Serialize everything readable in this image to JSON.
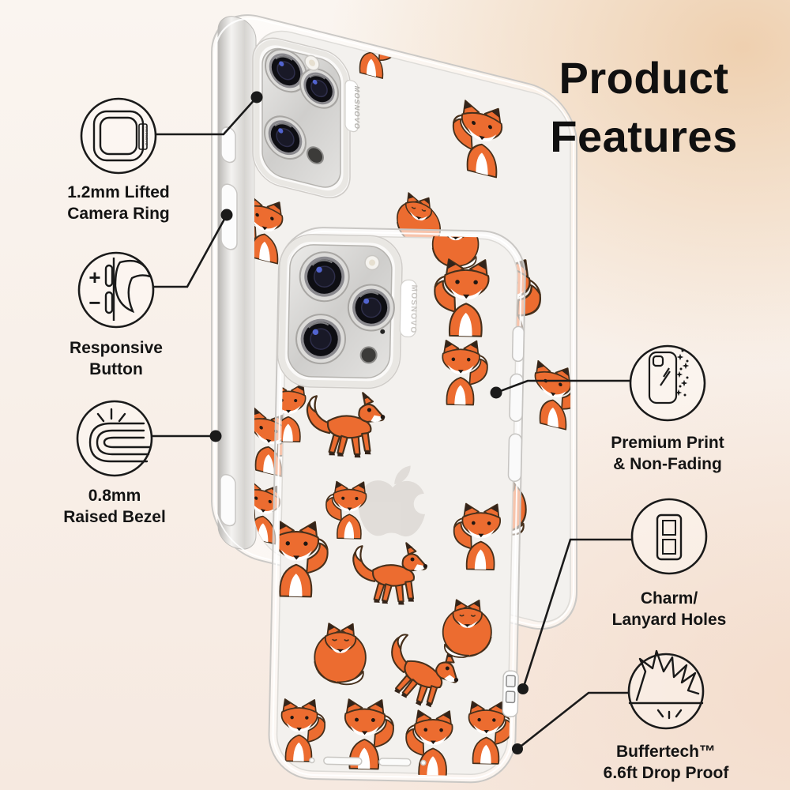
{
  "title": {
    "line1": "Product",
    "line2": "Features"
  },
  "brand": "MOSNOVO",
  "case_pattern": "orange cartoon foxes on a clear phone case",
  "features": {
    "camera_ring": {
      "icon": "camera-ring-icon",
      "label_line1": "1.2mm Lifted",
      "label_line2": "Camera Ring"
    },
    "responsive_button": {
      "icon": "responsive-button-icon",
      "label_line1": "Responsive",
      "label_line2": "Button"
    },
    "raised_bezel": {
      "icon": "raised-bezel-icon",
      "label_line1": "0.8mm",
      "label_line2": "Raised Bezel"
    },
    "premium_print": {
      "icon": "premium-print-icon",
      "label_line1": "Premium Print",
      "label_line2": "& Non-Fading"
    },
    "lanyard_holes": {
      "icon": "lanyard-holes-icon",
      "label_line1": "Charm/",
      "label_line2": "Lanyard Holes"
    },
    "drop_proof": {
      "icon": "drop-proof-icon",
      "label_line1": "Buffertech™",
      "label_line2": "6.6ft Drop Proof"
    }
  },
  "button_icon_glyphs": {
    "plus": "+",
    "minus": "−"
  },
  "colors": {
    "fox_orange": "#ec6c30",
    "outline_brown": "#46301c",
    "callout_line": "#1a1a1a",
    "title_text": "#101010",
    "bg_left": "#faf5f0",
    "bg_peach": "#eecdab",
    "case_surface": "#f3f1ee"
  }
}
